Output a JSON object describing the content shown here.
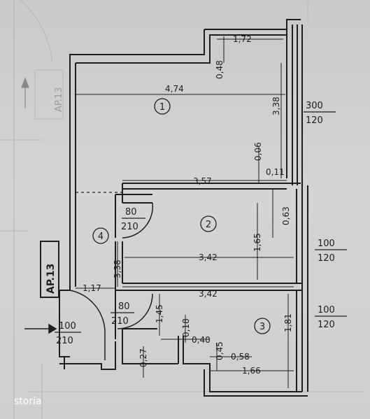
{
  "apartment_label": "AP.13",
  "rooms": [
    {
      "number": "1"
    },
    {
      "number": "2"
    },
    {
      "number": "3"
    },
    {
      "number": "4"
    }
  ],
  "dimensions": {
    "d_1_72": "1,72",
    "d_0_48": "0,48",
    "d_4_74": "4,74",
    "d_3_38_right": "3,38",
    "d_0_06": "0,06",
    "d_0_11": "0,11",
    "d_3_57": "3,57",
    "d_0_63": "0,63",
    "d_1_65": "1,65",
    "d_3_42_a": "3,42",
    "d_3_42_b": "3,42",
    "d_3_38_left": "3,38",
    "d_1_17": "1,17",
    "d_1_45": "1,45",
    "d_0_18": "0,18",
    "d_0_40": "0,40",
    "d_0_45": "0,45",
    "d_0_27": "0,27",
    "d_0_58": "0,58",
    "d_1_66": "1,66",
    "d_1_81": "1,81"
  },
  "openings": {
    "window1_top": "300",
    "window1_bottom": "120",
    "window2_top": "100",
    "window2_bottom": "120",
    "window3_top": "100",
    "window3_bottom": "120",
    "door_room4_top": "80",
    "door_room4_bottom": "210",
    "door_room3_top": "80",
    "door_room3_bottom": "210",
    "entrance_top": "100",
    "entrance_bottom": "210"
  },
  "watermark": "storia",
  "colors": {
    "background": "#cfcfd0",
    "ink": "#1e1e1e",
    "watermark": "#ffffff"
  }
}
